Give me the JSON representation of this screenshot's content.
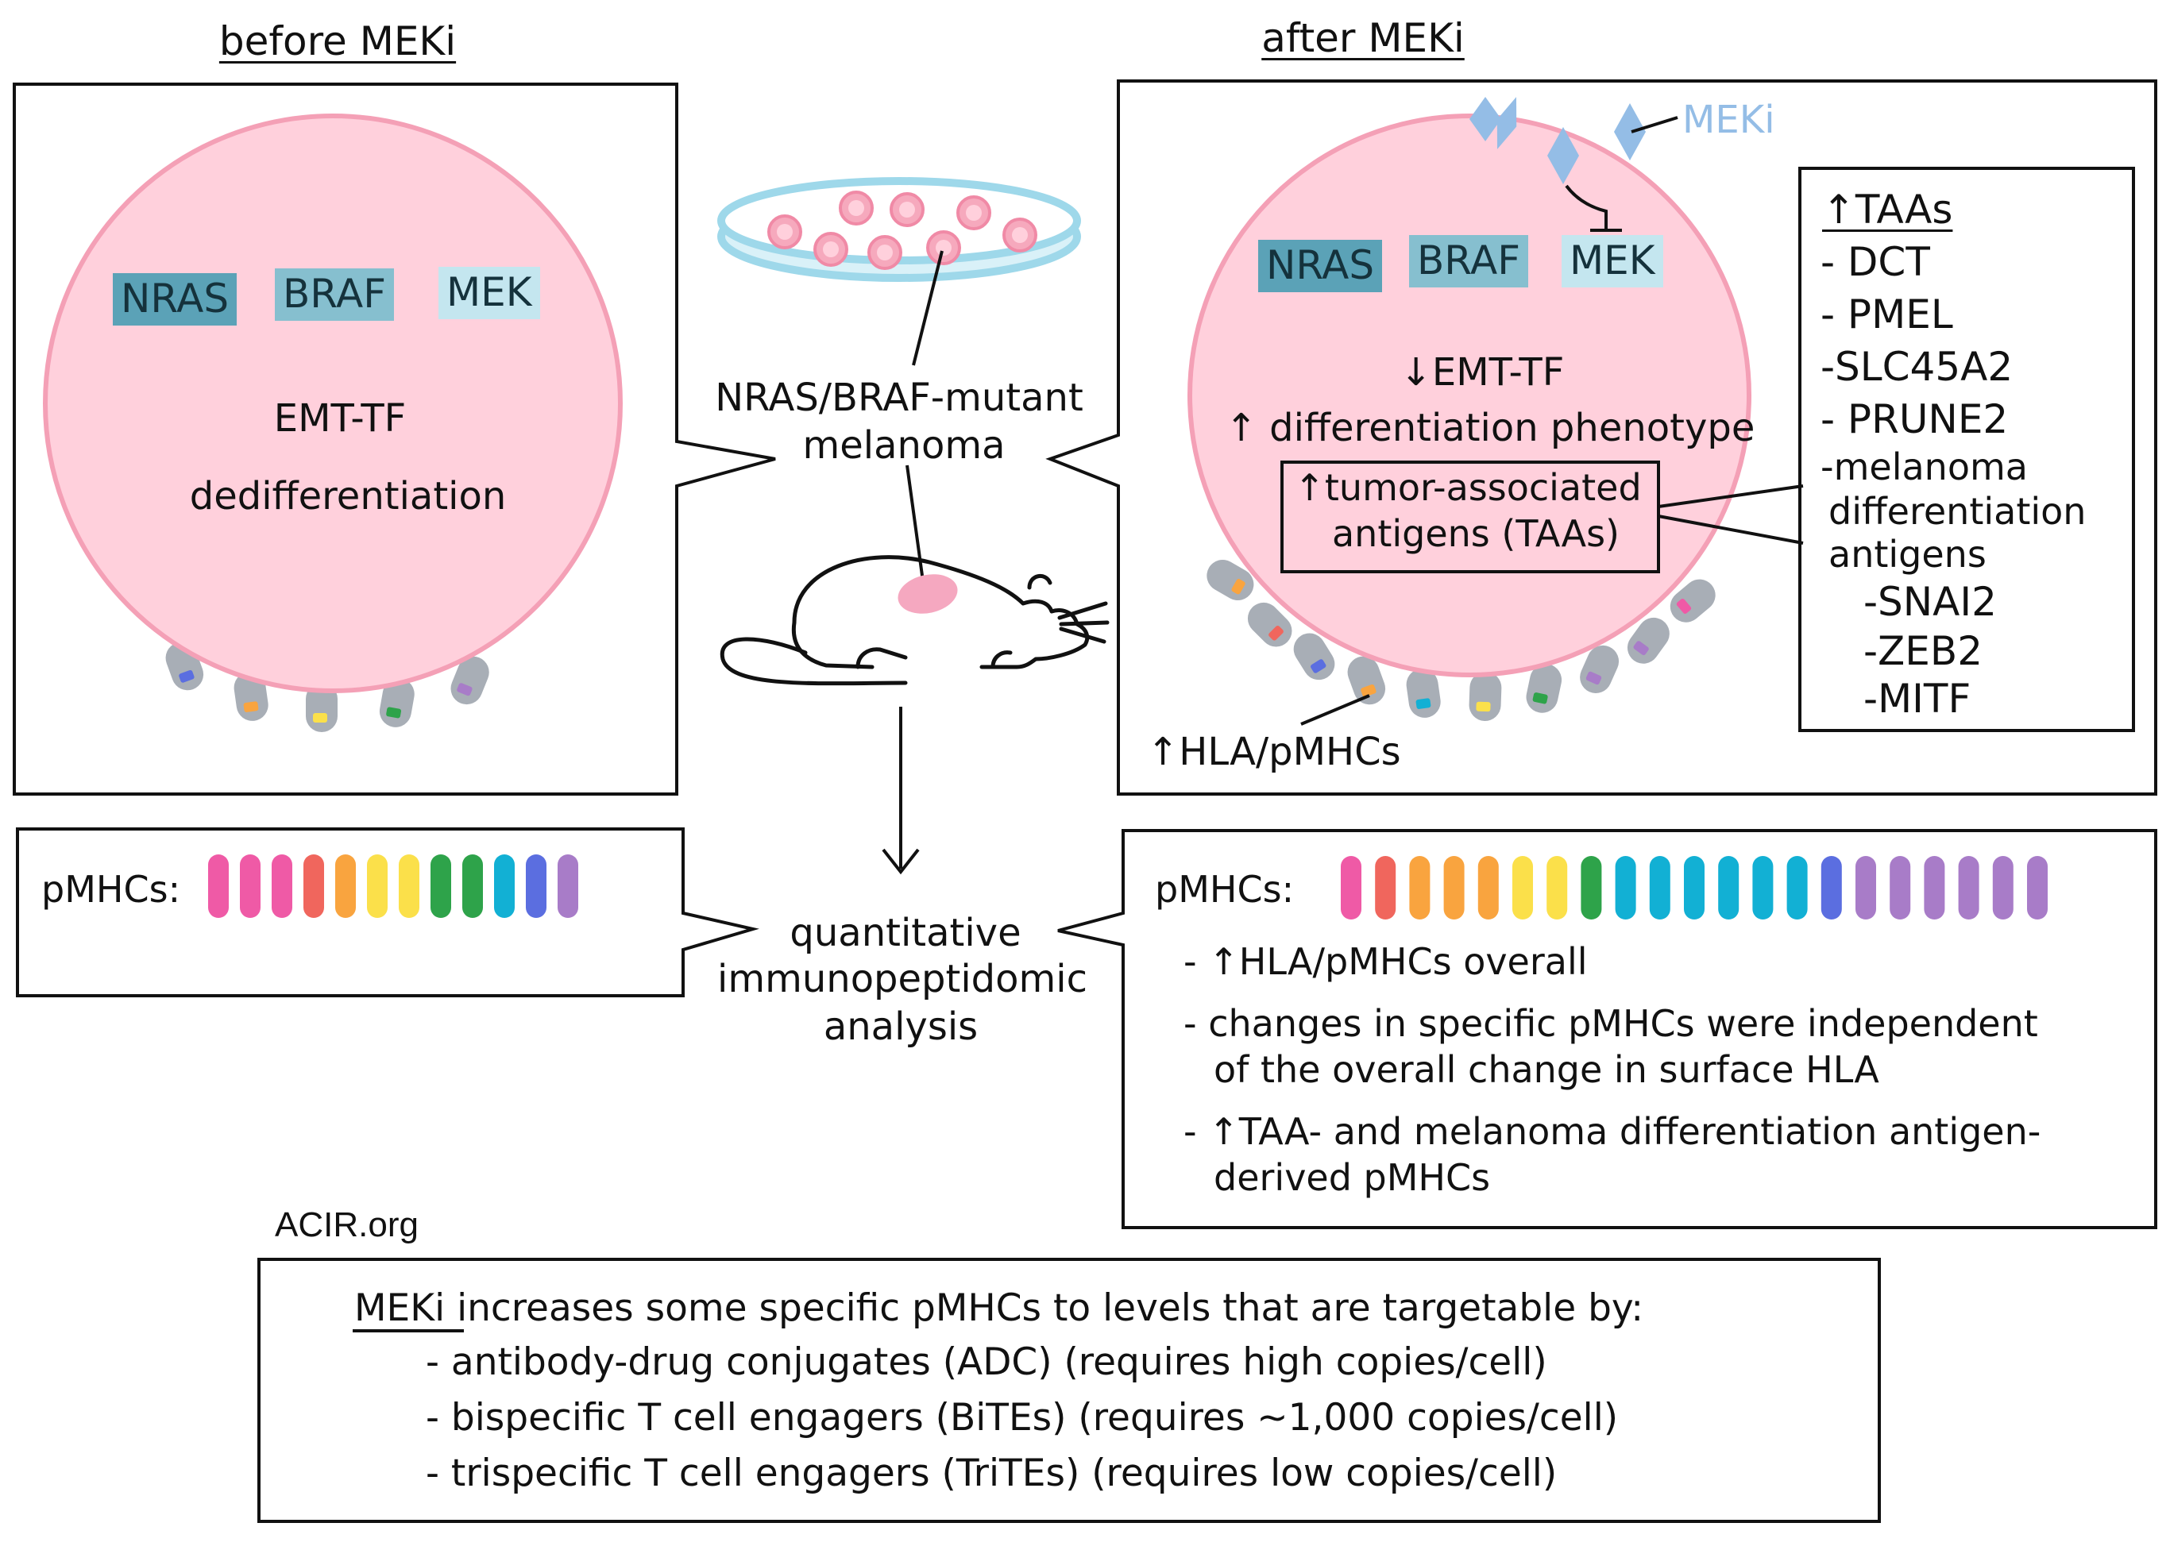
{
  "left_panel": {
    "heading": "before MEKi",
    "genes": [
      "NRAS",
      "BRAF",
      "MEK"
    ],
    "line1": "EMT-TF",
    "line2": "dedifferentiation"
  },
  "right_panel": {
    "heading": "after MEKi",
    "drug_label": "MEKi",
    "genes": [
      "NRAS",
      "BRAF",
      "MEK"
    ],
    "line1": "↓EMT-TF",
    "line2": "↑ differentiation phenotype",
    "taa_box_line1": "↑tumor-associated",
    "taa_box_line2": "antigens (TAAs)",
    "hla_label": "↑HLA/pMHCs"
  },
  "taa_list": {
    "title": "↑TAAs",
    "items": [
      "- DCT",
      "- PMEL",
      "-SLC45A2",
      "- PRUNE2",
      "-melanoma",
      "differentiation",
      "antigens",
      "-SNAI2",
      "-ZEB2",
      "-MITF"
    ]
  },
  "center": {
    "model_line1": "NRAS/BRAF-mutant",
    "model_line2": "melanoma",
    "analysis_line1": "quantitative",
    "analysis_line2": "immunopeptidomic",
    "analysis_line3": "analysis"
  },
  "pmhc_left": {
    "label": "pMHCs:",
    "bar_colors": [
      "#ef5aa6",
      "#ef5aa6",
      "#ef5aa6",
      "#f0665d",
      "#f9a43f",
      "#fbe04a",
      "#fbe04a",
      "#2ea34a",
      "#2ea34a",
      "#12b0d4",
      "#5b6ee0",
      "#a87cc8"
    ]
  },
  "pmhc_right": {
    "label": "pMHCs:",
    "bar_colors": [
      "#ef5aa6",
      "#f0665d",
      "#f9a43f",
      "#f9a43f",
      "#f9a43f",
      "#fbe04a",
      "#fbe04a",
      "#2ea34a",
      "#12b0d4",
      "#12b0d4",
      "#12b0d4",
      "#12b0d4",
      "#12b0d4",
      "#12b0d4",
      "#5b6ee0",
      "#a87cc8",
      "#a87cc8",
      "#a87cc8",
      "#a87cc8",
      "#a87cc8",
      "#a87cc8"
    ],
    "bullets": [
      "- ↑HLA/pMHCs overall",
      "- changes in specific pMHCs were independent",
      "of the overall change in surface HLA",
      "- ↑TAA- and melanoma differentiation antigen-",
      "derived pMHCs"
    ]
  },
  "source_label": "ACIR.org",
  "bottom_box": {
    "lead_underlined": "MEKi",
    "lead_rest": " increases some specific pMHCs to levels that are targetable by:",
    "items": [
      "- antibody-drug conjugates (ADC) (requires high copies/cell)",
      "- bispecific T cell engagers (BiTEs) (requires ~1,000 copies/cell)",
      "- trispecific T cell engagers (TriTEs) (requires low copies/cell)"
    ]
  },
  "colors": {
    "cell_fill": "#ffd0dc",
    "cell_stroke": "#f4a0b6",
    "nras": "#5ba2b7",
    "braf": "#86bfcf",
    "mek": "#c4e6ef",
    "meki": "#94bde6",
    "hla": "#a8aeb6",
    "dish": "#9ed8ea",
    "tumor": "#f5a8c0"
  }
}
